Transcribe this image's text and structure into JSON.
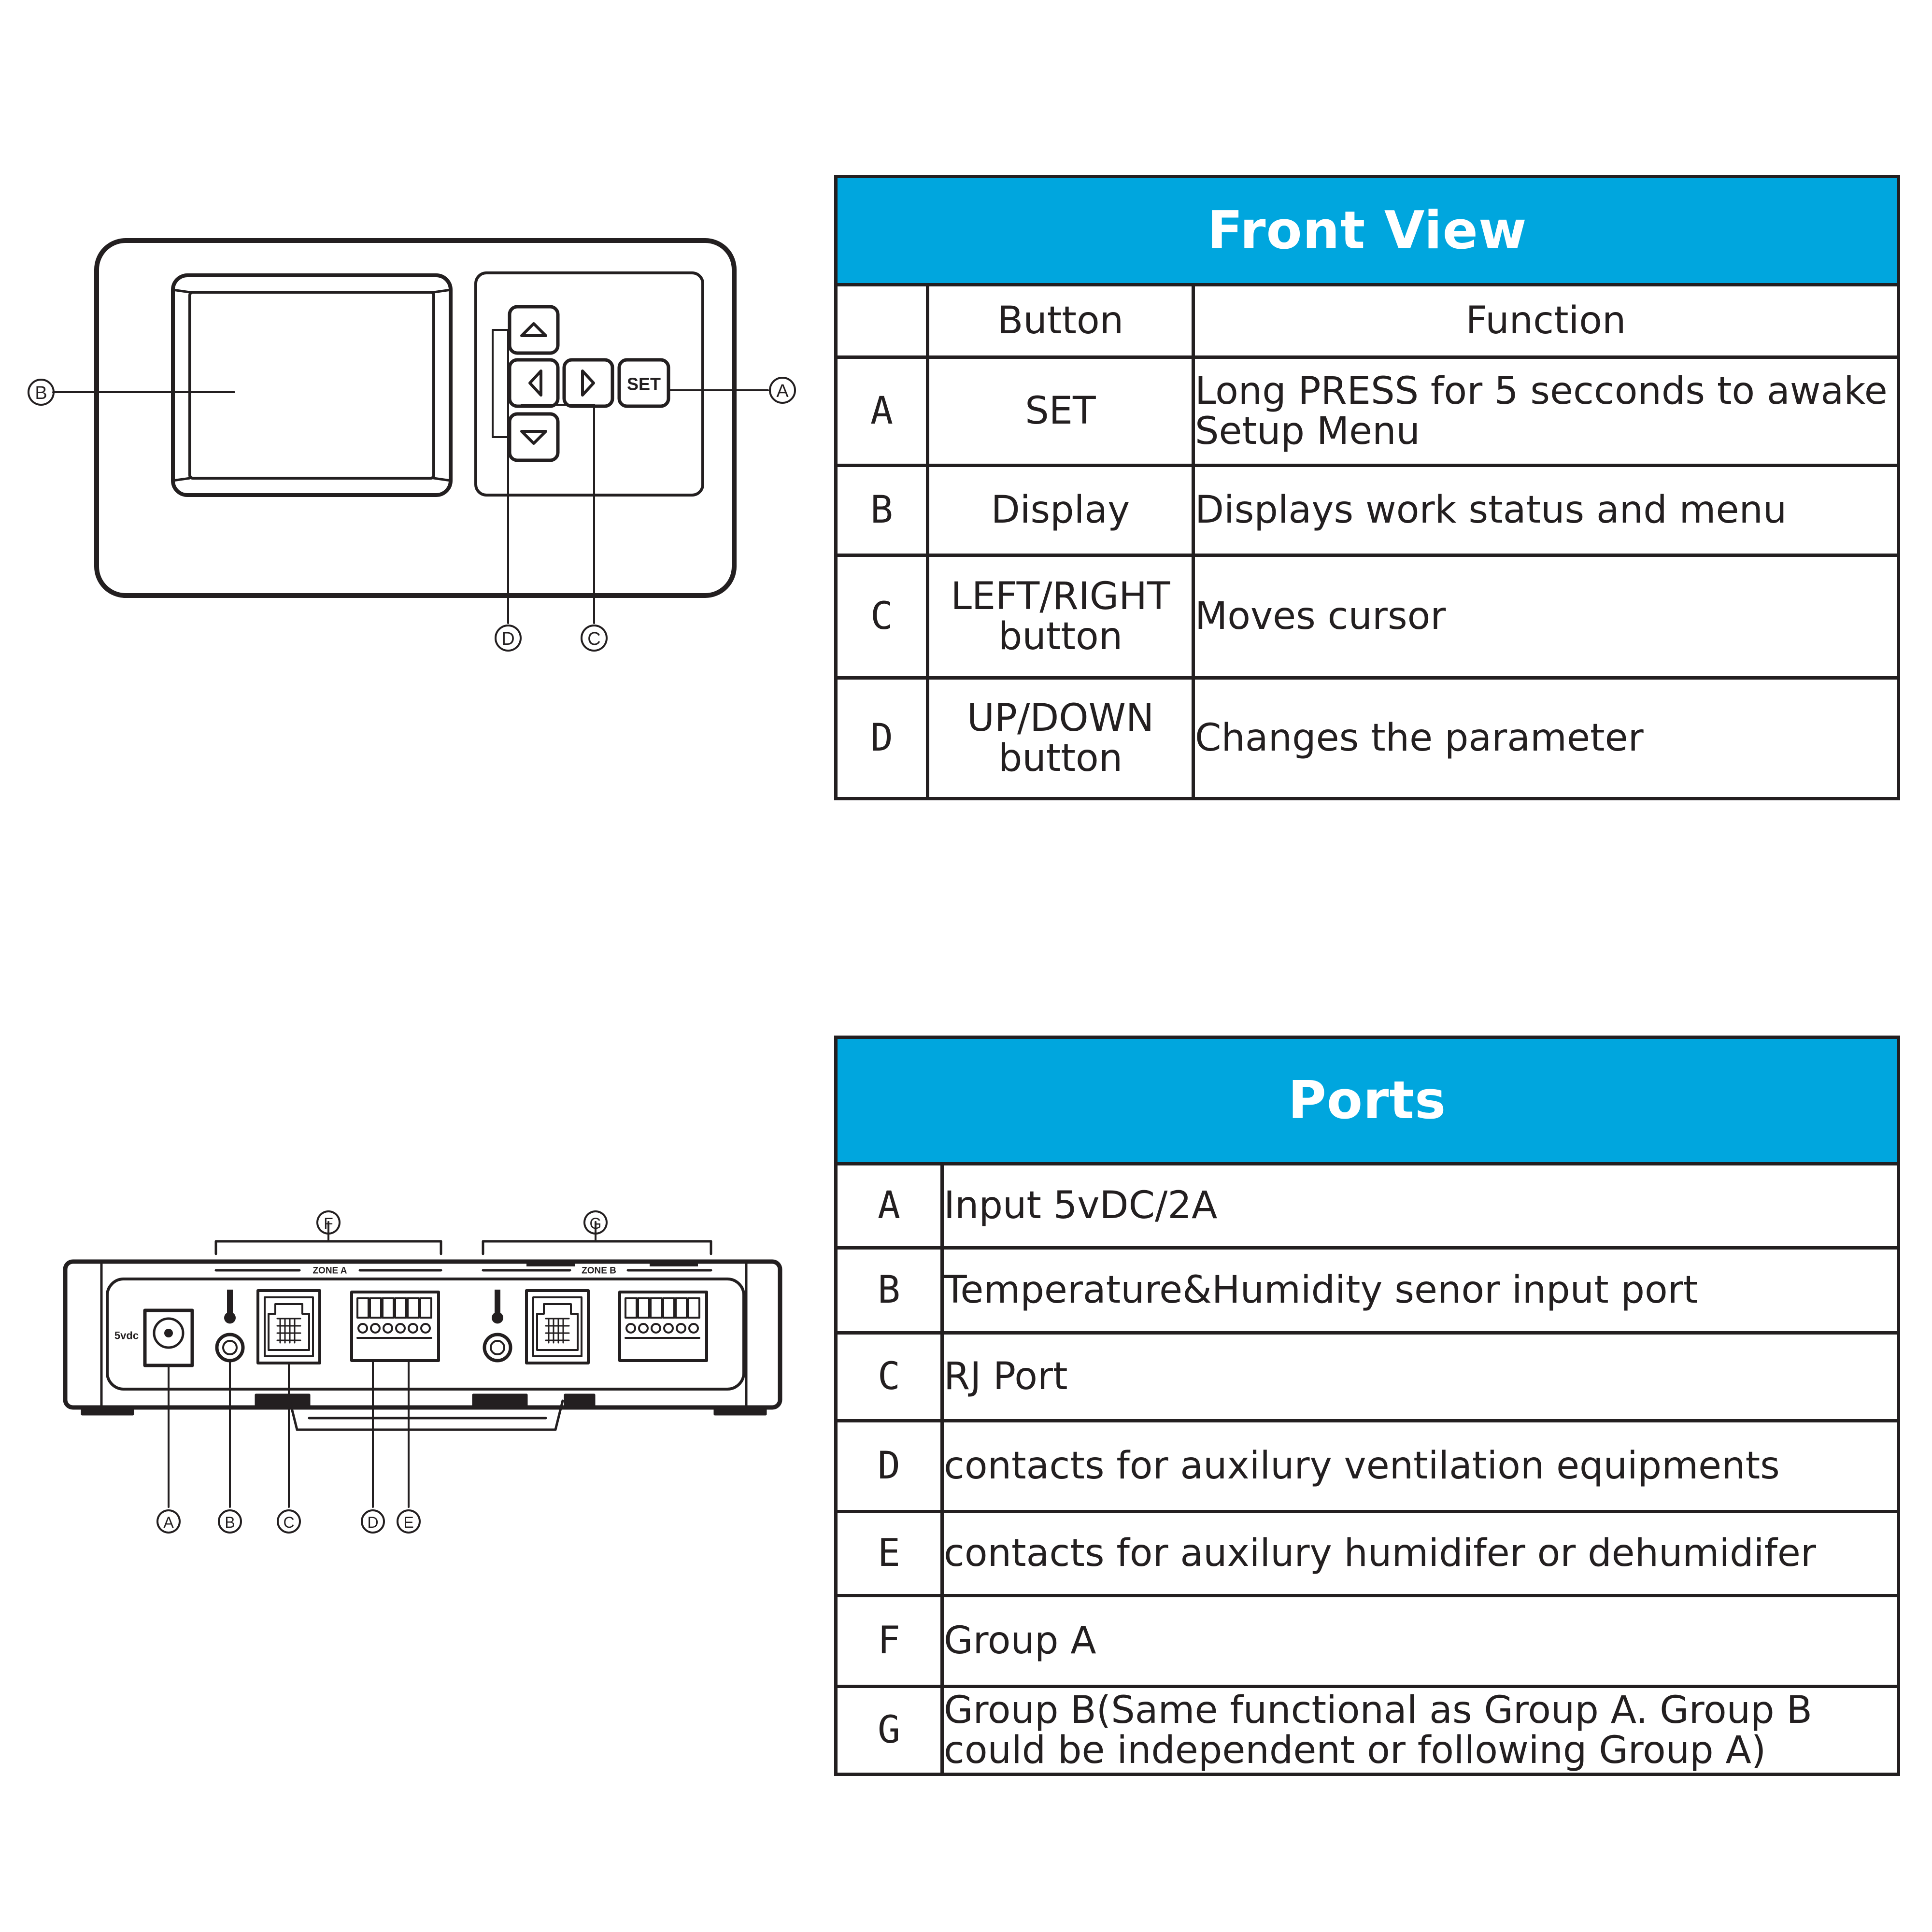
{
  "front_view": {
    "title": "Front View",
    "header": {
      "index": "",
      "button": "Button",
      "function": "Function"
    },
    "rows": [
      {
        "letter": "A",
        "button": "SET",
        "function": "Long PRESS for 5 secconds to awake Setup Menu"
      },
      {
        "letter": "B",
        "button": "Display",
        "function": "Displays work status and menu"
      },
      {
        "letter": "C",
        "button": "LEFT/RIGHT button",
        "function": "Moves cursor"
      },
      {
        "letter": "D",
        "button": "UP/DOWN button",
        "function": "Changes the parameter"
      }
    ]
  },
  "ports": {
    "title": "Ports",
    "rows": [
      {
        "letter": "A",
        "description": "Input 5vDC/2A"
      },
      {
        "letter": "B",
        "description": "Temperature&Humidity senor input port"
      },
      {
        "letter": "C",
        "description": "RJ  Port"
      },
      {
        "letter": "D",
        "description": "contacts for auxilury ventilation equipments"
      },
      {
        "letter": "E",
        "description": "contacts for auxilury humidifer or dehumidifer"
      },
      {
        "letter": "F",
        "description": "Group A"
      },
      {
        "letter": "G",
        "description": "Group B(Same functional as Group A. Group B could be independent or following Group A)"
      }
    ]
  },
  "front_diagram": {
    "set_label": "SET",
    "callouts": {
      "a": "A",
      "b": "B",
      "c": "C",
      "d": "D"
    }
  },
  "ports_diagram": {
    "power_label": "5vdc",
    "zone_a_label": "ZONE A",
    "zone_b_label": "ZONE B",
    "callouts": {
      "a": "A",
      "b": "B",
      "c": "C",
      "d": "D",
      "e": "E",
      "f": "F",
      "g": "G"
    }
  },
  "colors": {
    "header_blue": "#00a6de",
    "ink": "#231f20"
  }
}
